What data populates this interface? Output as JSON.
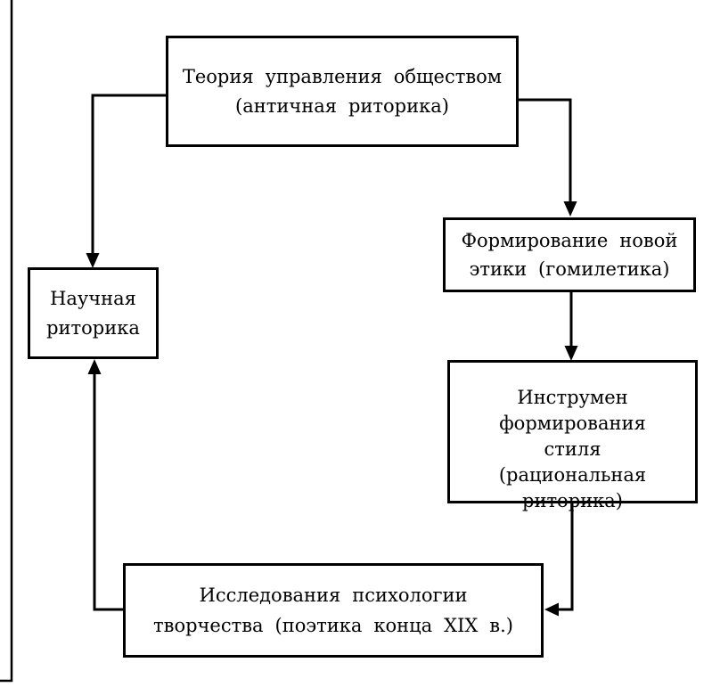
{
  "diagram": {
    "nodes": {
      "theory": {
        "lines": [
          "Теория управления обществом",
          "(античная риторика)"
        ]
      },
      "ethics": {
        "lines": [
          "Формирование новой",
          "этики (гомилетика)"
        ]
      },
      "style": {
        "lines": [
          "Инструмен",
          "формирования",
          "стиля",
          "(рациональная",
          "риторика)"
        ]
      },
      "research": {
        "lines": [
          "Исследования психологии",
          "творчества (поэтика конца XIX в.)"
        ]
      },
      "science": {
        "lines": [
          "Научная",
          "риторика"
        ]
      }
    },
    "colors": {
      "ink": "#000000",
      "background": "#ffffff"
    }
  }
}
